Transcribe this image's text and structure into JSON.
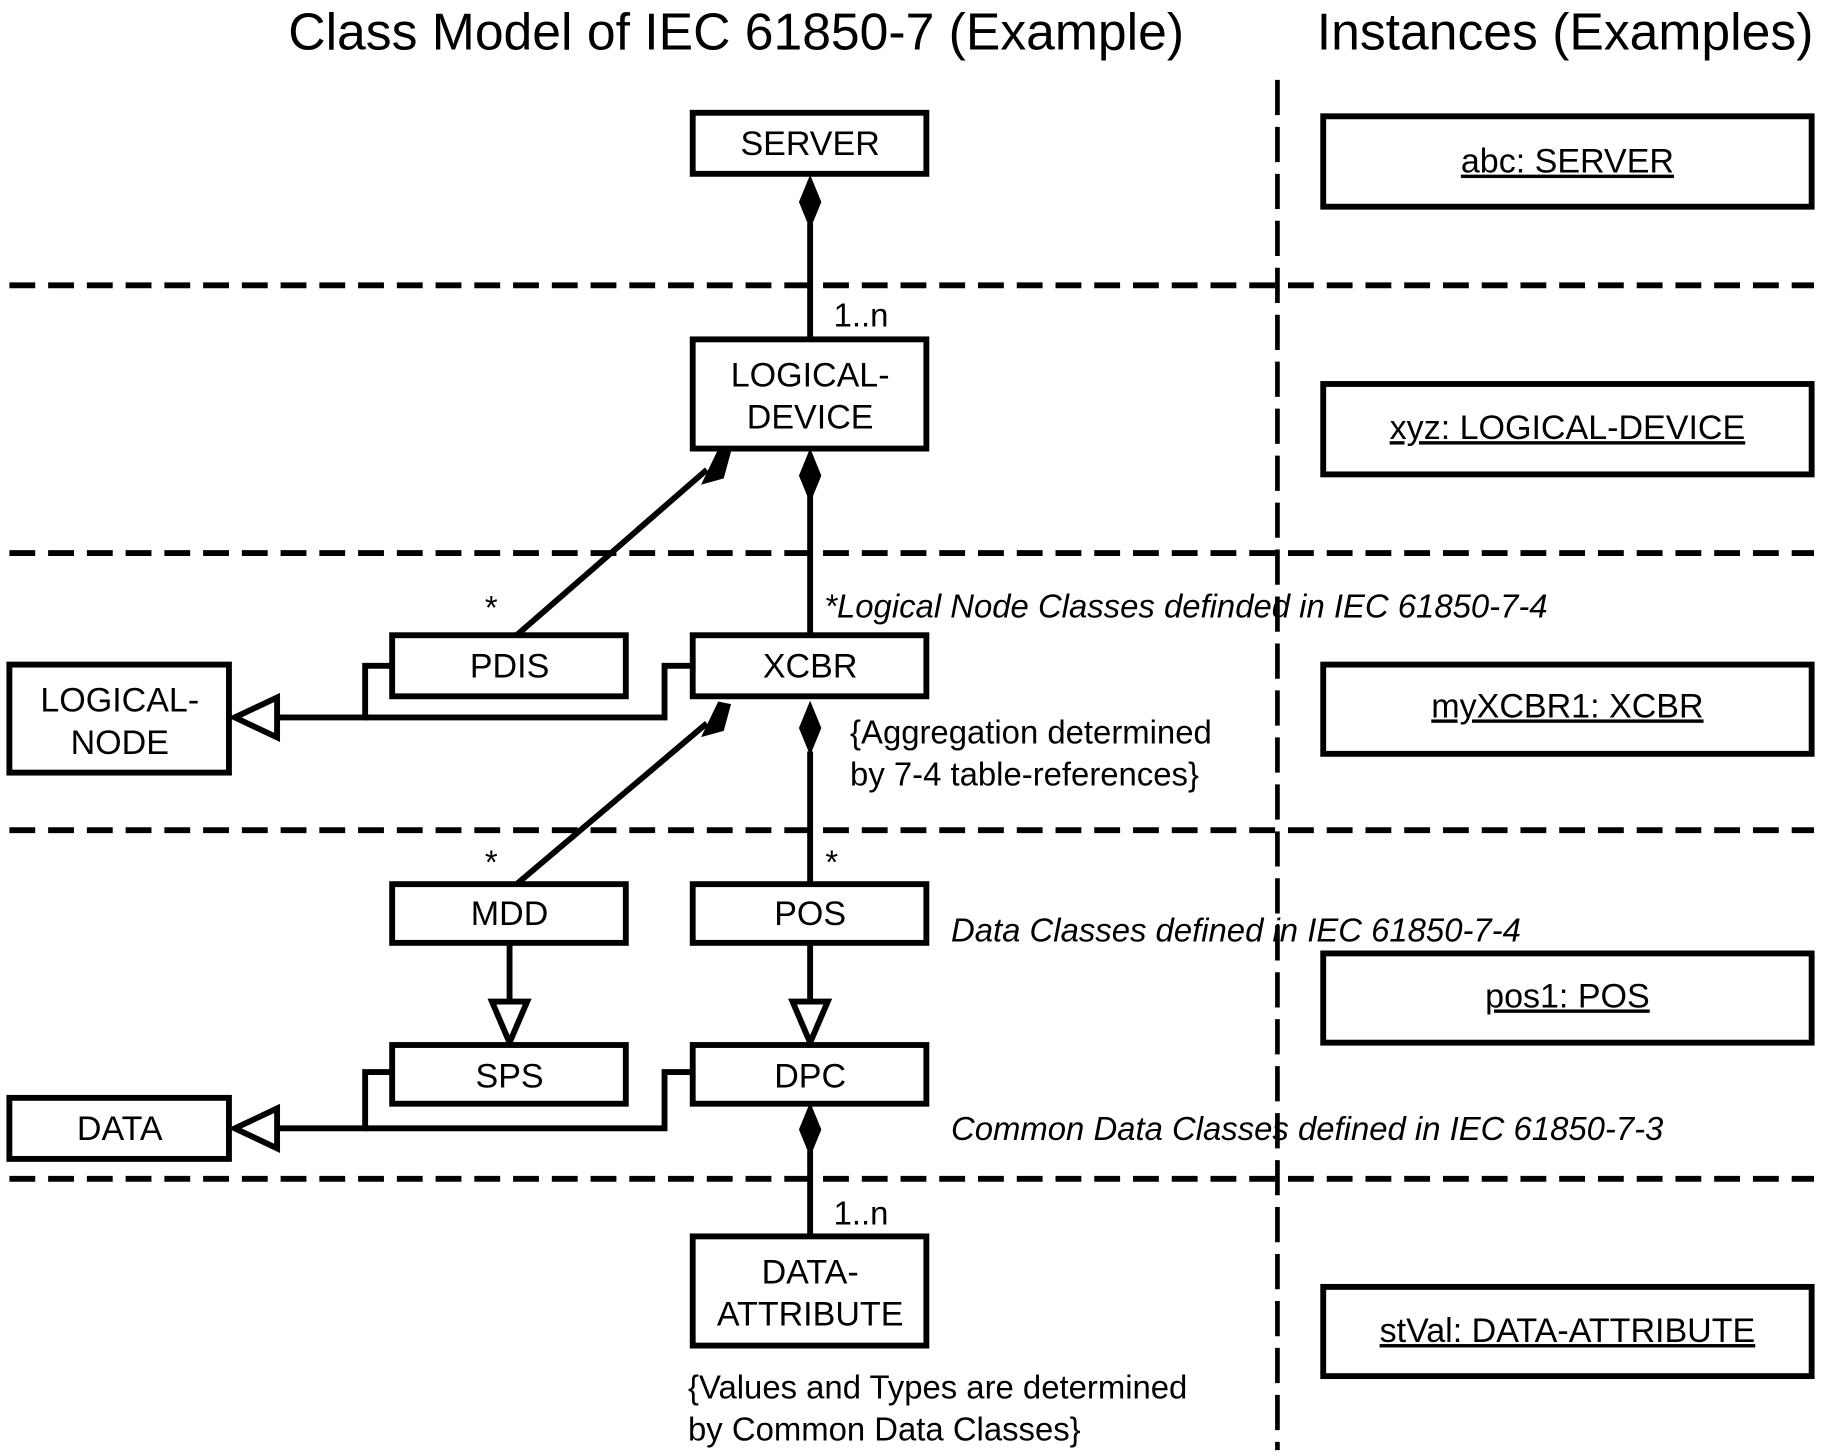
{
  "titles": {
    "class_model": "Class Model of IEC 61850-7 (Example)",
    "instances": "Instances (Examples)"
  },
  "classes": {
    "server": "SERVER",
    "logical_device": [
      "LOGICAL-",
      "DEVICE"
    ],
    "logical_node": [
      "LOGICAL-",
      "NODE"
    ],
    "pdis": "PDIS",
    "xcbr": "XCBR",
    "mdd": "MDD",
    "pos": "POS",
    "sps": "SPS",
    "dpc": "DPC",
    "data": "DATA",
    "data_attribute": [
      "DATA-",
      "ATTRIBUTE"
    ]
  },
  "multiplicities": {
    "server_to_ld": "1..n",
    "ld_to_pdis": "*",
    "xcbr_to_mdd": "*",
    "xcbr_to_pos": "*",
    "dpc_to_da": "1..n"
  },
  "notes": {
    "ln_classes": "*Logical Node Classes definded in IEC 61850-7-4",
    "aggregation": [
      "{Aggregation determined",
      "by 7-4 table-references}"
    ],
    "data_classes": "Data Classes defined in IEC 61850-7-4",
    "cdc": "Common Data Classes defined in IEC 61850-7-3",
    "values_types": [
      "{Values and Types are determined",
      "by Common Data Classes}"
    ]
  },
  "instances": {
    "server": "abc: SERVER",
    "logical_device": "xyz: LOGICAL-DEVICE",
    "xcbr": "myXCBR1: XCBR",
    "pos": "pos1: POS",
    "data_attribute": "stVal: DATA-ATTRIBUTE"
  }
}
